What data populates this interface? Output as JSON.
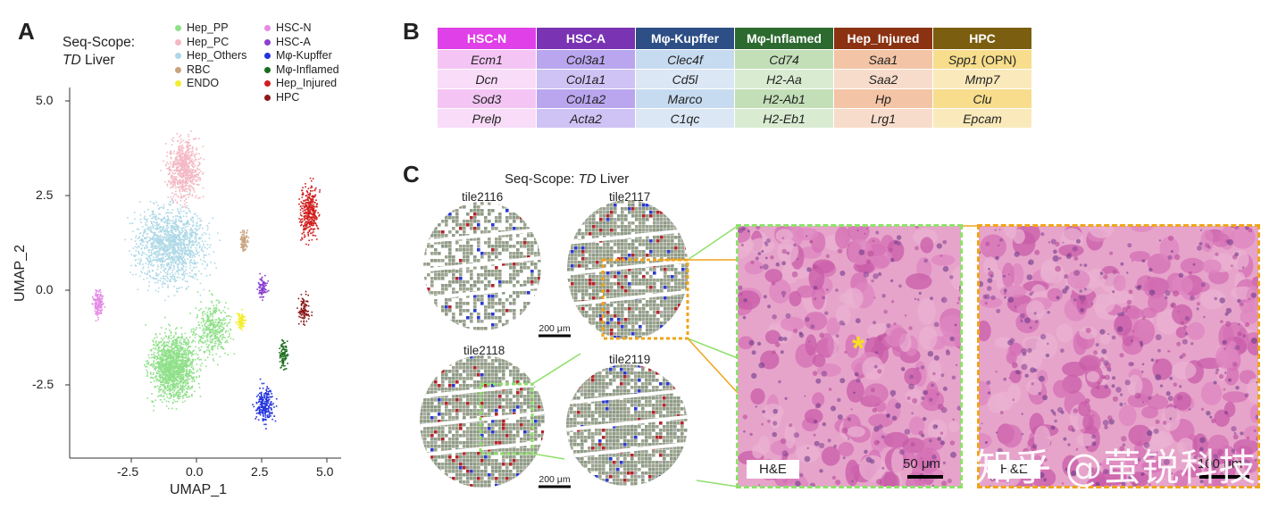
{
  "panelA": {
    "letter": "A",
    "title_line1": "Seq-Scope:",
    "title_italic": "TD",
    "title_rest": " Liver",
    "legend_left": [
      {
        "label": "Hep_PP",
        "color": "#90e08a"
      },
      {
        "label": "Hep_PC",
        "color": "#f3b8c3"
      },
      {
        "label": "Hep_Others",
        "color": "#add8e6"
      },
      {
        "label": "RBC",
        "color": "#c9a37e"
      },
      {
        "label": "ENDO",
        "color": "#f2ee2e"
      }
    ],
    "legend_right": [
      {
        "label": "HSC-N",
        "color": "#e48ae6"
      },
      {
        "label": "HSC-A",
        "color": "#8a3fd0"
      },
      {
        "label": "Mφ-Kupffer",
        "color": "#2233dd"
      },
      {
        "label": "Mφ-Inflamed",
        "color": "#186d1c"
      },
      {
        "label": "Hep_Injured",
        "color": "#d21e1e"
      },
      {
        "label": "HPC",
        "color": "#8b1a1a"
      }
    ],
    "xlabel": "UMAP_1",
    "ylabel": "UMAP_2",
    "xticks": [
      "-2.5",
      "0.0",
      "2.5",
      "5.0"
    ],
    "yticks": [
      "5.0",
      "2.5",
      "0.0",
      "-2.5"
    ]
  },
  "panelB": {
    "letter": "B",
    "columns": [
      {
        "header": "HSC-N",
        "hcolor": "#e040e8",
        "cell": "#f4c5f4",
        "cell2": "#f8dcf8",
        "genes": [
          "Ecm1",
          "Dcn",
          "Sod3",
          "Prelp"
        ]
      },
      {
        "header": "HSC-A",
        "hcolor": "#7a33b3",
        "cell": "#b9a6ef",
        "cell2": "#cfc2f4",
        "genes": [
          "Col3a1",
          "Col1a1",
          "Col1a2",
          "Acta2"
        ]
      },
      {
        "header": "Mφ-Kupffer",
        "hcolor": "#2e4f86",
        "cell": "#c7dbf0",
        "cell2": "#dbe7f5",
        "genes": [
          "Clec4f",
          "Cd5l",
          "Marco",
          "C1qc"
        ]
      },
      {
        "header": "Mφ-Inflamed",
        "hcolor": "#2d6a2f",
        "cell": "#c3dfb8",
        "cell2": "#d9ecd2",
        "genes": [
          "Cd74",
          "H2-Aa",
          "H2-Ab1",
          "H2-Eb1"
        ]
      },
      {
        "header": "Hep_Injured",
        "hcolor": "#8b3212",
        "cell": "#f3c4a5",
        "cell2": "#f8dccb",
        "genes": [
          "Saa1",
          "Saa2",
          "Hp",
          "Lrg1"
        ]
      },
      {
        "header": "HPC",
        "hcolor": "#7b5e10",
        "cell": "#f7dd8c",
        "cell2": "#faeabb",
        "genes": [
          "Spp1 (OPN)",
          "Mmp7",
          "Clu",
          "Epcam"
        ]
      }
    ],
    "gene_italic_suffix": {
      "Spp1 (OPN)": " (OPN)"
    }
  },
  "panelC": {
    "letter": "C",
    "title_pre": "Seq-Scope: ",
    "title_italic": "TD",
    "title_post": " Liver",
    "tiles": [
      "tile2116",
      "tile2117",
      "tile2118",
      "tile2119"
    ],
    "scalebar_small": "200 μm",
    "he_label_left": "H&E",
    "he_label_right": "H&E",
    "he_scale_left": "50 μm",
    "he_scale_right": "100 μm",
    "asterisk": "*",
    "watermark": "知乎 @萤锐科技"
  }
}
